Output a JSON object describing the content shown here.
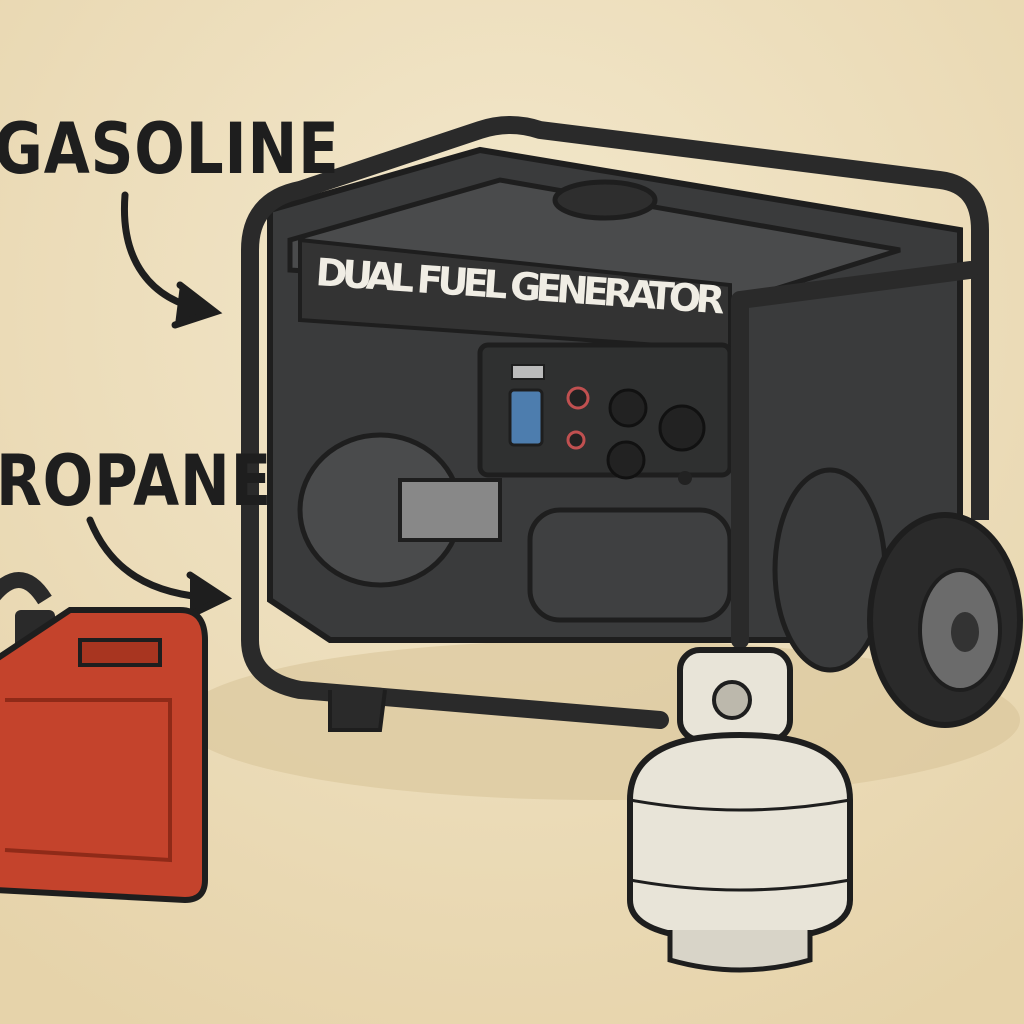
{
  "labels": {
    "gasoline": "GASOLINE",
    "propane": "ROPANE",
    "generator": "DUAL FUEL GENERATOR"
  },
  "colors": {
    "background": "#efe3c6",
    "generator_body": "#3a3b3c",
    "frame": "#2a2a2a",
    "gas_can": "#c4432c",
    "propane_tank": "#e8e4d8"
  },
  "icons": [
    "arrow-to-generator-icon",
    "arrow-to-generator-icon"
  ]
}
